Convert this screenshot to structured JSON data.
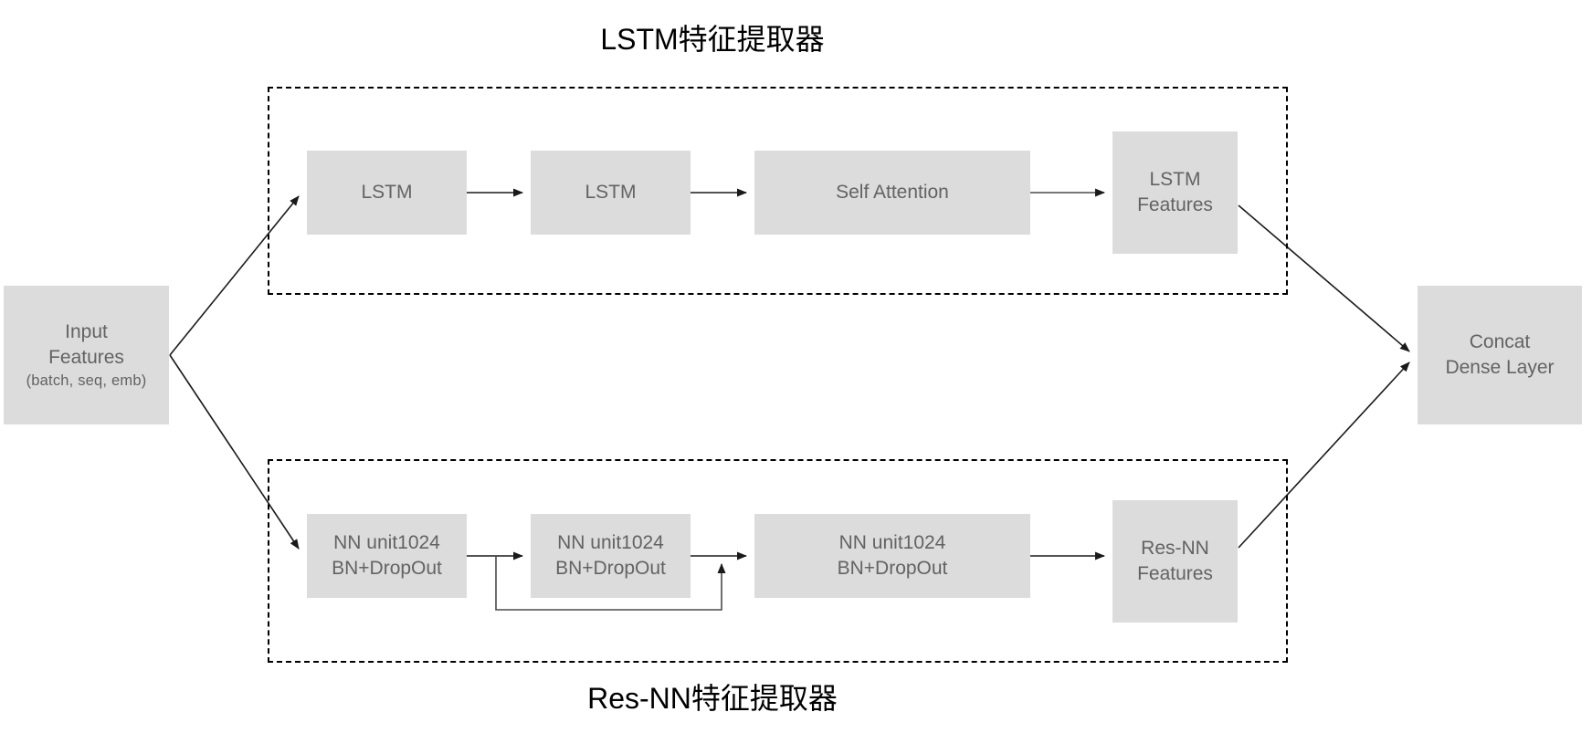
{
  "diagram": {
    "type": "neural-network-architecture",
    "background_color": "#ffffff",
    "node_fill_color": "#dcdcdc",
    "node_text_color": "#636363",
    "line_color": "#000000",
    "group_border_style": "dashed"
  },
  "groups": {
    "lstm": {
      "title": "LSTM特征提取器",
      "title_position": "above"
    },
    "resnn": {
      "title": "Res-NN特征提取器",
      "title_position": "below"
    }
  },
  "nodes": {
    "input": {
      "line1": "Input",
      "line2": "Features",
      "line3": "(batch, seq, emb)"
    },
    "lstm1": {
      "line1": "LSTM"
    },
    "lstm2": {
      "line1": "LSTM"
    },
    "attention": {
      "line1": "Self Attention"
    },
    "lstm_features": {
      "line1": "LSTM",
      "line2": "Features"
    },
    "nn1": {
      "line1": "NN unit1024",
      "line2": "BN+DropOut"
    },
    "nn2": {
      "line1": "NN unit1024",
      "line2": "BN+DropOut"
    },
    "nn3": {
      "line1": "NN unit1024",
      "line2": "BN+DropOut"
    },
    "res_features": {
      "line1": "Res-NN",
      "line2": "Features"
    },
    "concat": {
      "line1": "Concat",
      "line2": "Dense Layer"
    }
  },
  "edges": [
    {
      "name": "input-to-lstm1",
      "from": "input",
      "to": "lstm1",
      "style": "solid-arrow"
    },
    {
      "name": "lstm1-to-lstm2",
      "from": "lstm1",
      "to": "lstm2",
      "style": "solid-arrow"
    },
    {
      "name": "lstm2-to-attention",
      "from": "lstm2",
      "to": "attention",
      "style": "solid-arrow"
    },
    {
      "name": "attention-to-lstm-features",
      "from": "attention",
      "to": "lstm_features",
      "style": "solid-arrow"
    },
    {
      "name": "lstm-features-to-concat",
      "from": "lstm_features",
      "to": "concat",
      "style": "solid-arrow"
    },
    {
      "name": "input-to-nn1",
      "from": "input",
      "to": "nn1",
      "style": "solid-arrow"
    },
    {
      "name": "nn1-to-nn2",
      "from": "nn1",
      "to": "nn2",
      "style": "solid-arrow"
    },
    {
      "name": "nn2-to-nn3",
      "from": "nn2",
      "to": "nn3",
      "style": "solid-arrow"
    },
    {
      "name": "residual-skip",
      "from": "nn1",
      "to": "nn3",
      "style": "solid-arrow-bypass"
    },
    {
      "name": "nn3-to-res-features",
      "from": "nn3",
      "to": "res_features",
      "style": "solid-arrow"
    },
    {
      "name": "res-features-to-concat",
      "from": "res_features",
      "to": "concat",
      "style": "solid-arrow"
    }
  ]
}
